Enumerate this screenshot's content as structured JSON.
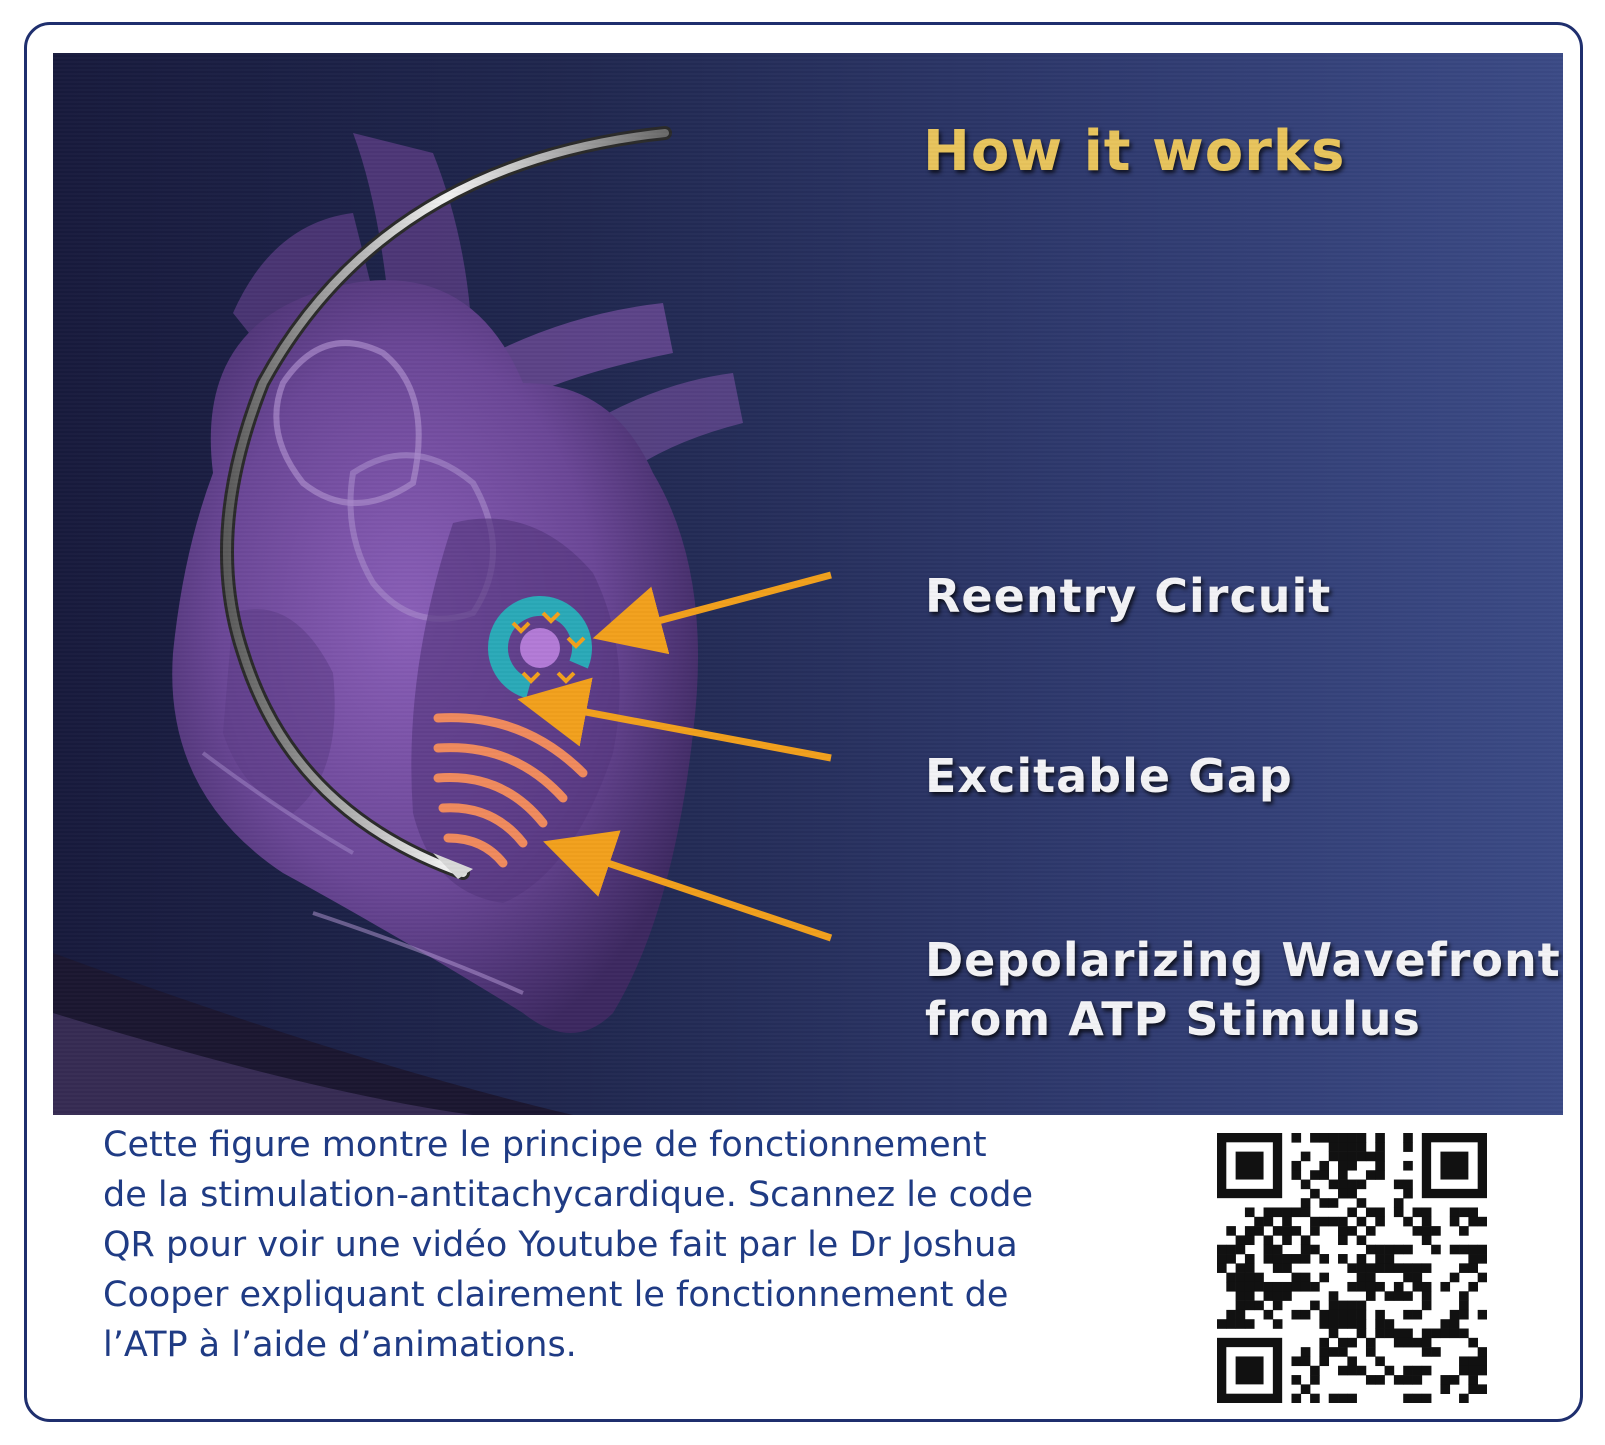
{
  "figure": {
    "title": "How it works",
    "labels": {
      "reentry": "Reentry Circuit",
      "gap": "Excitable Gap",
      "wave_line1": "Depolarizing Wavefront",
      "wave_line2": "from ATP Stimulus"
    }
  },
  "caption": "Cette figure montre le principe de fonctionnement\nde la stimulation-antitachycardique.  Scannez le code\nQR pour voir une vidéo Youtube fait par le Dr Joshua\nCooper expliquant clairement le fonctionnement de\nl’ATP à l’aide d’animations.",
  "colors": {
    "border": "#1f2f6e",
    "caption_text": "#1f3b84",
    "title_gold": "#e8c45c",
    "arrow_orange": "#f2a01c",
    "heart_purple": "#6a4696",
    "wave_orange": "#f08a5d"
  },
  "icons": [
    "qr-code-icon",
    "heart-illustration",
    "pacing-lead"
  ]
}
